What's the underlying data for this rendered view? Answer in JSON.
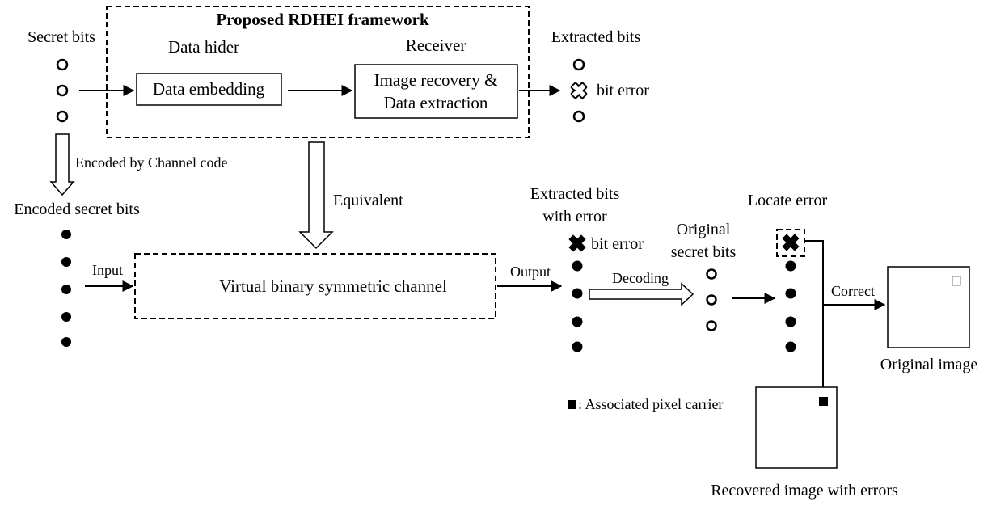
{
  "framework": {
    "title": "Proposed RDHEI framework",
    "data_hider_label": "Data hider",
    "receiver_label": "Receiver",
    "embedding_box": "Data embedding",
    "recovery_line1": "Image recovery &",
    "recovery_line2": "Data extraction"
  },
  "secret_bits_label": "Secret bits",
  "extracted_bits_label": "Extracted bits",
  "bit_error_label": "bit error",
  "encoded_by_label": "Encoded by Channel code",
  "encoded_secret_bits_label": "Encoded secret bits",
  "equivalent_label": "Equivalent",
  "input_label": "Input",
  "output_label": "Output",
  "channel_label": "Virtual binary symmetric channel",
  "extracted_with_error_line1": "Extracted bits",
  "extracted_with_error_line2": "with error",
  "bit_error_label2": "bit error",
  "decoding_label": "Decoding",
  "original_secret_line1": "Original",
  "original_secret_line2": "secret bits",
  "locate_error_label": "Locate error",
  "correct_label": "Correct",
  "original_image_label": "Original image",
  "pixel_carrier_label": ": Associated pixel carrier",
  "recovered_image_label": "Recovered image with errors"
}
